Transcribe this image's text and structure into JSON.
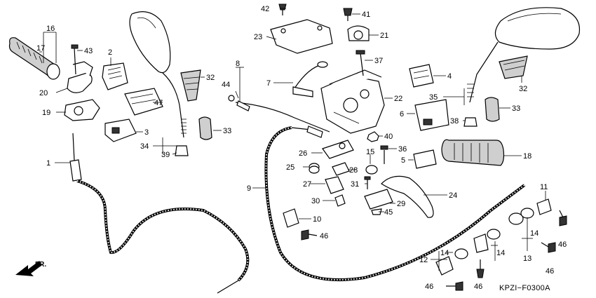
{
  "figure_code": "KPZI−F0300A",
  "direction_label": "FR.",
  "parts": [
    {
      "id": "p1",
      "label": "1"
    },
    {
      "id": "p2",
      "label": "2"
    },
    {
      "id": "p3",
      "label": "3"
    },
    {
      "id": "p4",
      "label": "4"
    },
    {
      "id": "p5",
      "label": "5"
    },
    {
      "id": "p6",
      "label": "6"
    },
    {
      "id": "p7",
      "label": "7"
    },
    {
      "id": "p8",
      "label": "8"
    },
    {
      "id": "p9",
      "label": "9"
    },
    {
      "id": "p10",
      "label": "10"
    },
    {
      "id": "p11",
      "label": "11"
    },
    {
      "id": "p12",
      "label": "12"
    },
    {
      "id": "p13",
      "label": "13"
    },
    {
      "id": "p14a",
      "label": "14"
    },
    {
      "id": "p14b",
      "label": "14"
    },
    {
      "id": "p14c",
      "label": "14"
    },
    {
      "id": "p15",
      "label": "15"
    },
    {
      "id": "p16",
      "label": "16"
    },
    {
      "id": "p17",
      "label": "17"
    },
    {
      "id": "p18",
      "label": "18"
    },
    {
      "id": "p19",
      "label": "19"
    },
    {
      "id": "p20",
      "label": "20"
    },
    {
      "id": "p21",
      "label": "21"
    },
    {
      "id": "p22",
      "label": "22"
    },
    {
      "id": "p23",
      "label": "23"
    },
    {
      "id": "p24",
      "label": "24"
    },
    {
      "id": "p25",
      "label": "25"
    },
    {
      "id": "p26",
      "label": "26"
    },
    {
      "id": "p27",
      "label": "27"
    },
    {
      "id": "p28",
      "label": "28"
    },
    {
      "id": "p29",
      "label": "29"
    },
    {
      "id": "p30",
      "label": "30"
    },
    {
      "id": "p31",
      "label": "31"
    },
    {
      "id": "p32a",
      "label": "32"
    },
    {
      "id": "p32b",
      "label": "32"
    },
    {
      "id": "p33a",
      "label": "33"
    },
    {
      "id": "p33b",
      "label": "33"
    },
    {
      "id": "p34",
      "label": "34"
    },
    {
      "id": "p35",
      "label": "35"
    },
    {
      "id": "p36",
      "label": "36"
    },
    {
      "id": "p37",
      "label": "37"
    },
    {
      "id": "p38",
      "label": "38"
    },
    {
      "id": "p39",
      "label": "39"
    },
    {
      "id": "p40",
      "label": "40"
    },
    {
      "id": "p41",
      "label": "41"
    },
    {
      "id": "p42",
      "label": "42"
    },
    {
      "id": "p43",
      "label": "43"
    },
    {
      "id": "p44",
      "label": "44"
    },
    {
      "id": "p45",
      "label": "45"
    },
    {
      "id": "p46a",
      "label": "46"
    },
    {
      "id": "p46b",
      "label": "46"
    },
    {
      "id": "p46c",
      "label": "46"
    },
    {
      "id": "p46d",
      "label": "46"
    },
    {
      "id": "p46e",
      "label": "46"
    },
    {
      "id": "p47",
      "label": "47"
    }
  ]
}
